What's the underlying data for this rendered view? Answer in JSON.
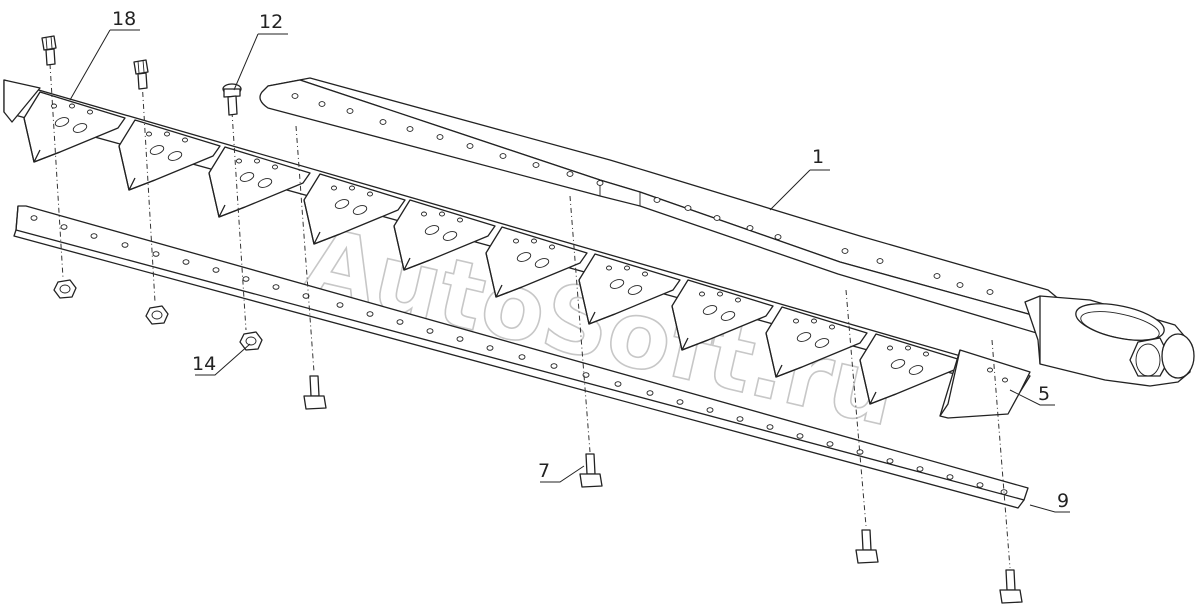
{
  "callouts": {
    "c1": "1",
    "c5": "5",
    "c7": "7",
    "c9": "9",
    "c12": "12",
    "c14": "14",
    "c18": "18"
  },
  "watermark": "AutoSoft.ru"
}
